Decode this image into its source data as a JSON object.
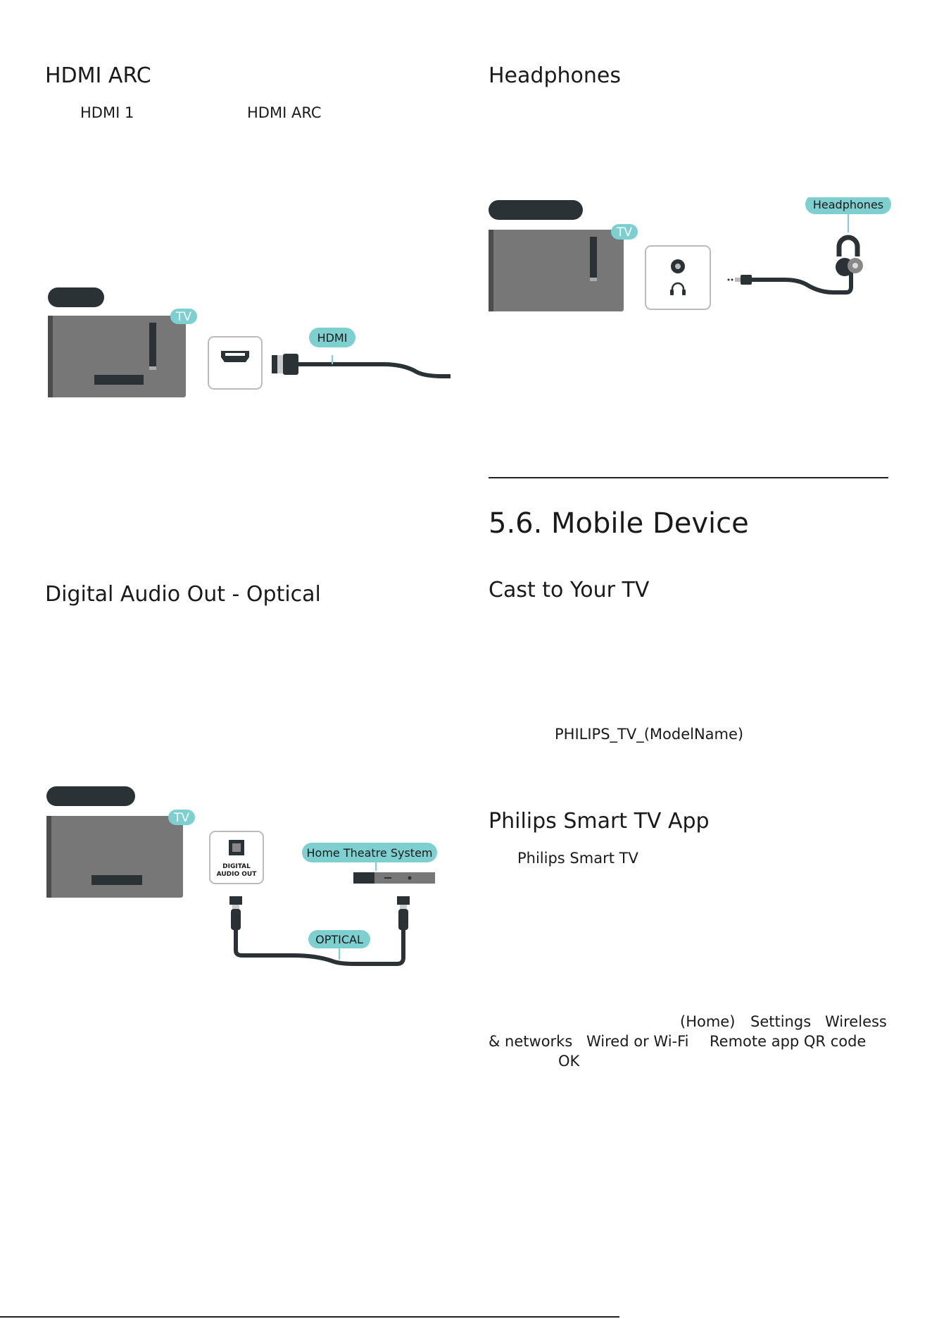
{
  "left_column": {
    "hdmi_arc": {
      "heading": "HDMI ARC",
      "fragment_1": "HDMI 1",
      "fragment_2": "HDMI ARC",
      "diagram": {
        "tv_label": "TV",
        "cable_label": "HDMI"
      }
    },
    "optical": {
      "heading": "Digital Audio Out - Optical",
      "diagram": {
        "tv_label": "TV",
        "port_line_1": "DIGITAL",
        "port_line_2": "AUDIO OUT",
        "device_label": "Home Theatre System",
        "cable_label": "OPTICAL"
      }
    }
  },
  "right_column": {
    "headphones": {
      "heading": "Headphones",
      "diagram": {
        "tv_label": "TV",
        "device_label": "Headphones"
      }
    },
    "chapter_title": "5.6. Mobile Device",
    "cast": {
      "heading": "Cast to Your TV",
      "fragment": "PHILIPS_TV_(ModelName)"
    },
    "app": {
      "heading": "Philips Smart TV App",
      "fragment": "Philips Smart TV",
      "path_home": "(Home)",
      "path_settings": "Settings",
      "path_wireless": "Wireless",
      "path_networks": "& networks",
      "path_wired": "Wired or Wi-Fi",
      "path_qr": "Remote app QR code",
      "path_ok": "OK"
    }
  },
  "colors": {
    "tv_body": "#777777",
    "tv_edge": "#4d4d4d",
    "dark": "#2a3236",
    "teal_label": "#7ecfcf",
    "port_border": "#bbbbbb"
  }
}
